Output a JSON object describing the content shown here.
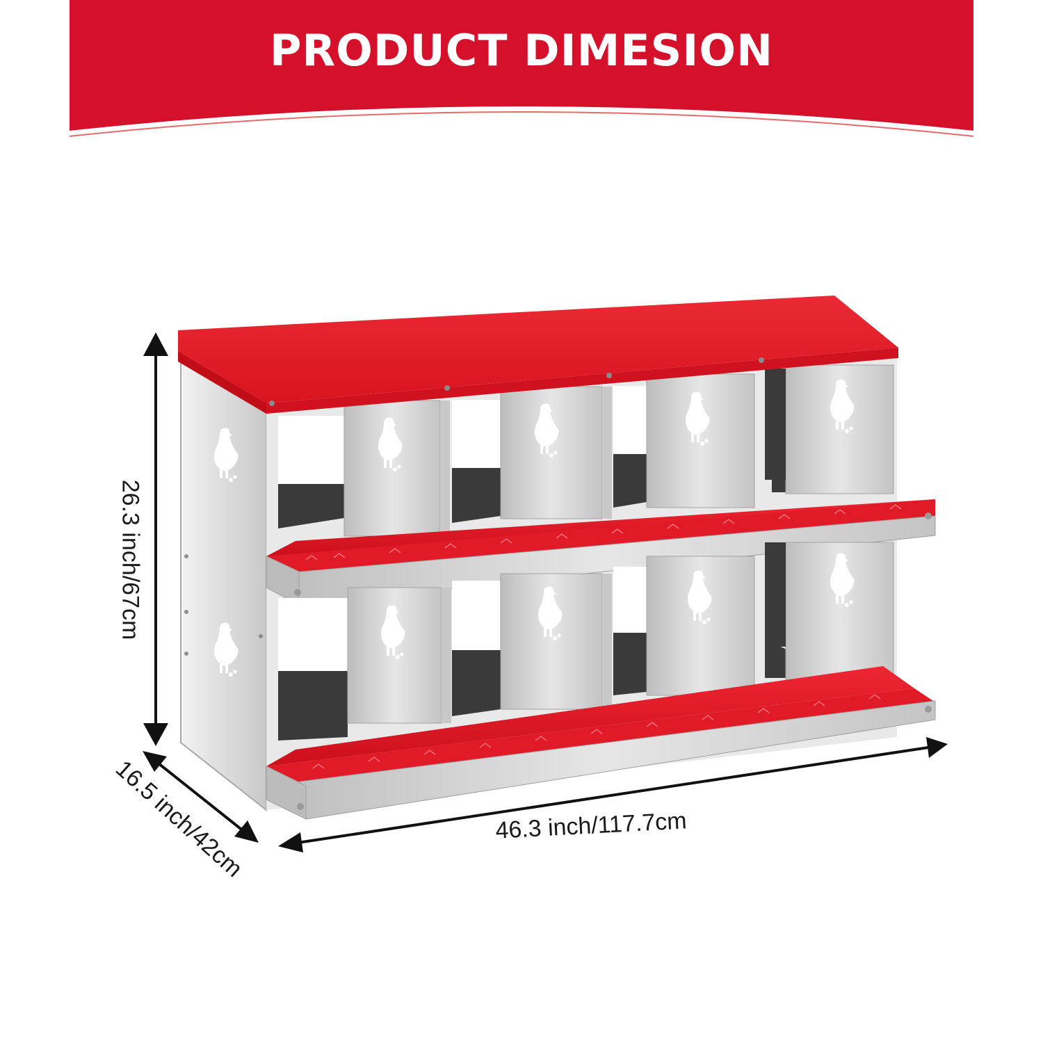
{
  "banner": {
    "title": "PRODUCT DIMESION",
    "color": "#d5102a"
  },
  "product": {
    "nest_boxes_per_row": 4,
    "rows": 2,
    "roof_color": "#e8202e",
    "body_color": "#cfcfcf",
    "interior_color": "#3a3a3a",
    "icon": "chicken-silhouette-icon"
  },
  "dimensions": {
    "height": "26.3 inch/67cm",
    "depth": "16.5 inch/42cm",
    "width": "46.3 inch/117.7cm"
  }
}
